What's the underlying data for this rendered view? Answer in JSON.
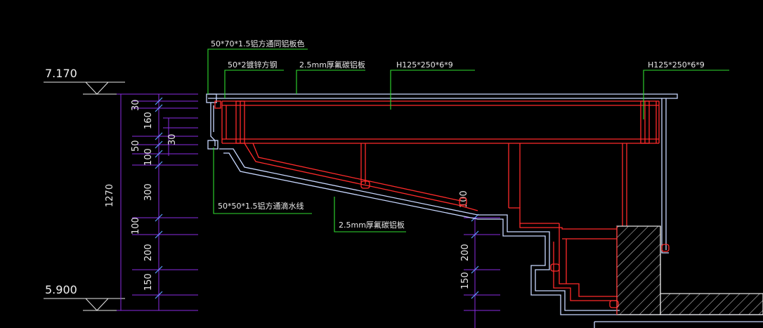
{
  "elevations": {
    "top": "7.170",
    "bottom": "5.900"
  },
  "callouts": {
    "alu_square_tube": "50*70*1.5铝方通同铝板色",
    "steel_square_tube": "50*2镀锌方钢",
    "alu_panel_top": "2.5mm厚氟碳铝板",
    "h_beam_1": "H125*250*6*9",
    "h_beam_2": "H125*250*6*9",
    "drip_line": "50*50*1.5铝方通滴水线",
    "alu_panel_bottom": "2.5mm厚氟碳铝板"
  },
  "dims_left": {
    "total": "1270",
    "d30a": "30",
    "d160": "160",
    "d50": "50",
    "d30b": "30",
    "d100a": "100",
    "d300": "300",
    "d100b": "100",
    "d200": "200",
    "d150": "150"
  },
  "dims_right": {
    "d100": "100",
    "d200": "200",
    "d150": "150"
  },
  "colors": {
    "background": "#000000",
    "section": "#ff2a2a",
    "panel": "#c8d8ff",
    "leader": "#2fdc2f",
    "dimension": "#8a2be2",
    "text": "#e8e8e8"
  }
}
